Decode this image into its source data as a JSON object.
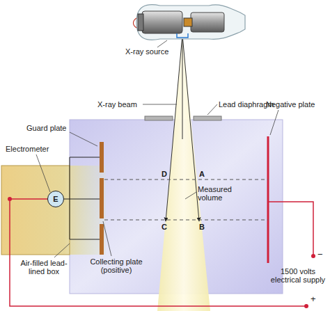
{
  "diagram": {
    "nodes": [
      {
        "text": [
          "E"
        ]
      }
    ],
    "labels": [
      "X-ray source",
      "X-ray beam",
      "Lead diaphragm",
      "Negative plate",
      "Guard plate",
      "Electrometer",
      "Measured volume",
      "D",
      "A",
      "C",
      "B",
      "Collecting plate (positive)",
      "Air-filled lead-lined box",
      "−",
      "1500 volts electrical supply",
      "+"
    ]
  }
}
